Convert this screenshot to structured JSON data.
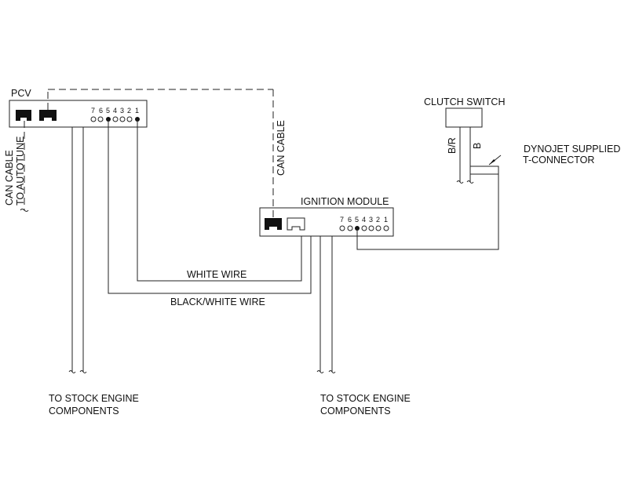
{
  "diagram": {
    "pcv": {
      "title": "PCV",
      "pin_numbers": [
        "7",
        "6",
        "5",
        "4",
        "3",
        "2",
        "1"
      ]
    },
    "ignition_module": {
      "title": "IGNITION MODULE",
      "pin_numbers": [
        "7",
        "6",
        "5",
        "4",
        "3",
        "2",
        "1"
      ]
    },
    "clutch_switch": {
      "title": "CLUTCH SWITCH",
      "wire_br": "B/R",
      "wire_b": "B"
    },
    "t_connector": {
      "line1": "DYNOJET SUPPLIED",
      "line2": "T-CONNECTOR"
    },
    "can_cable_autotune": {
      "line1": "CAN CABLE",
      "line2": "TO AUTOTUNE"
    },
    "can_cable": "CAN CABLE",
    "white_wire": "WHITE WIRE",
    "black_white_wire": "BLACK/WHITE WIRE",
    "stock_left": {
      "line1": "TO STOCK ENGINE",
      "line2": "COMPONENTS"
    },
    "stock_right": {
      "line1": "TO STOCK ENGINE",
      "line2": "COMPONENTS"
    }
  }
}
